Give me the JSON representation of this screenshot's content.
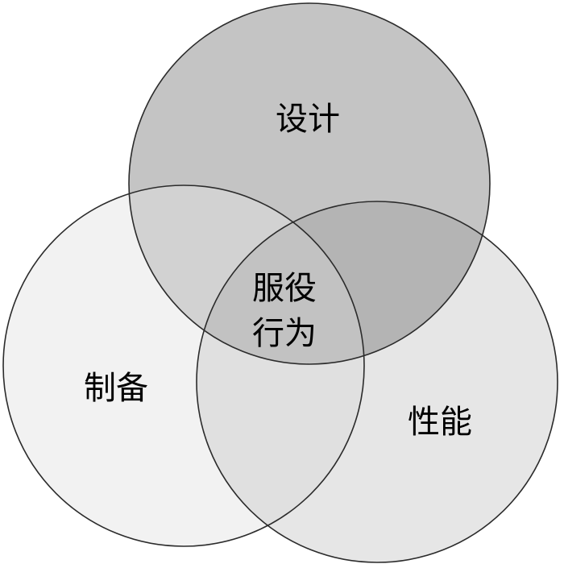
{
  "sets": [
    {
      "id": "design",
      "label": "设计",
      "color": "#c4c4c4"
    },
    {
      "id": "fabrication",
      "label": "制备",
      "color": "#f2f2f2"
    },
    {
      "id": "performance",
      "label": "性能",
      "color": "#e6e6e6"
    }
  ],
  "intersection": {
    "line1": "服役",
    "line2": "行为"
  },
  "overlap_colors": {
    "design_fabrication": "#d2d2d2",
    "design_performance": "#b4b4b4",
    "fabrication_performance": "#e0e0e0",
    "all_three": "#c2c2c2"
  }
}
